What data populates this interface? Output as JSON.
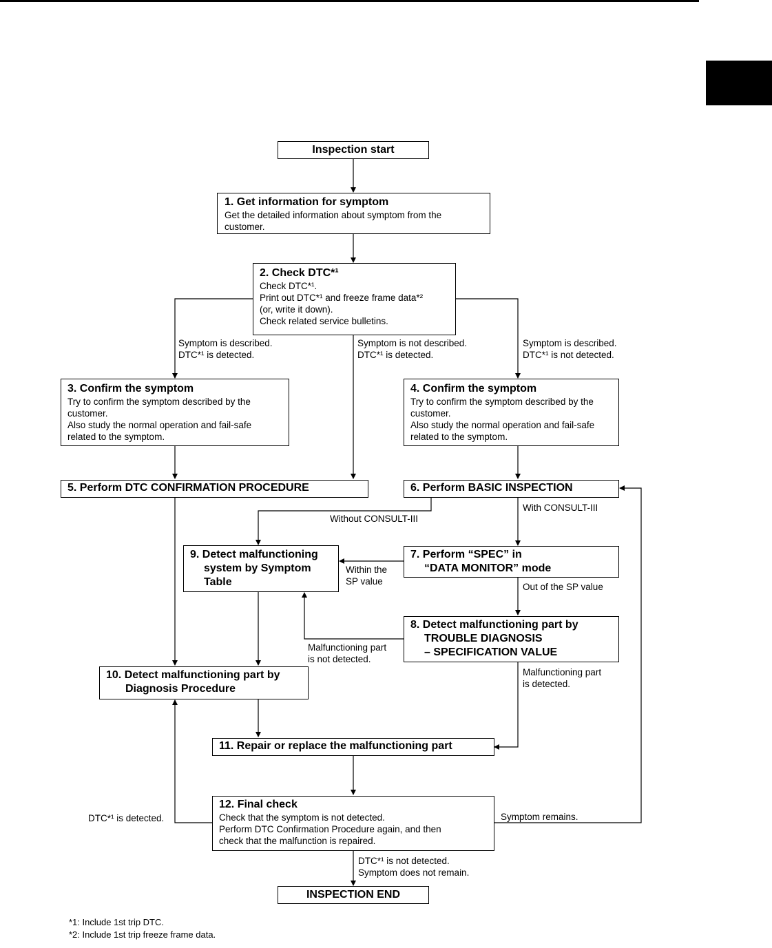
{
  "flowchart": {
    "start": "Inspection start",
    "end": "INSPECTION END",
    "steps": [
      {
        "title": "1. Get information for symptom",
        "body": "Get the detailed information about symptom from the\ncustomer."
      },
      {
        "title": "2. Check DTC*¹",
        "body": "Check DTC*¹.\nPrint out DTC*¹ and freeze frame data*²\n(or, write it down).\nCheck related service bulletins."
      },
      {
        "title": "3. Confirm the symptom",
        "body": "Try to confirm the symptom described by the\ncustomer.\nAlso study the normal operation and fail-safe\nrelated to the symptom."
      },
      {
        "title": "4. Confirm the symptom",
        "body": "Try to confirm the symptom described by the\ncustomer.\nAlso study the normal operation and fail-safe\nrelated to the symptom."
      },
      {
        "title": "5. Perform DTC CONFIRMATION PROCEDURE",
        "body": ""
      },
      {
        "title": "6. Perform BASIC INSPECTION",
        "body": ""
      },
      {
        "title_l1": "7. Perform “SPEC” in",
        "title_l2": "“DATA MONITOR” mode"
      },
      {
        "title_l1": "9. Detect malfunctioning",
        "title_l2": "system by Symptom",
        "title_l3": "Table"
      },
      {
        "title_l1": "8. Detect malfunctioning part by",
        "title_l2": "TROUBLE DIAGNOSIS",
        "title_l3": "– SPECIFICATION VALUE"
      },
      {
        "title_l1": "10. Detect malfunctioning part by",
        "title_l2": "Diagnosis Procedure"
      },
      {
        "title": "11. Repair or replace the malfunctioning part",
        "body": ""
      },
      {
        "title": "12. Final check",
        "body": "Check that the symptom is not detected.\nPerform DTC Confirmation Procedure again, and then\ncheck that the malfunction is repaired."
      }
    ],
    "labels": {
      "described_detected": "Symptom is described.\nDTC*¹ is detected.",
      "not_described_detected": "Symptom is not described.\nDTC*¹ is detected.",
      "described_not_detected": "Symptom is described.\nDTC*¹ is not detected.",
      "without_consult": "Without CONSULT-III",
      "with_consult": "With CONSULT-III",
      "within_sp": "Within the\nSP value",
      "out_of_sp": "Out of the SP value",
      "malf_not_detected": "Malfunctioning part\nis not detected.",
      "malf_detected": "Malfunctioning part\nis detected.",
      "dtc_detected": "DTC*¹ is detected.",
      "symptom_remains": "Symptom remains.",
      "dtc_not_detected": "DTC*¹ is not detected.\nSymptom does not remain."
    },
    "footnotes": [
      "*1: Include 1st trip DTC.",
      "*2: Include 1st trip freeze frame data."
    ]
  }
}
